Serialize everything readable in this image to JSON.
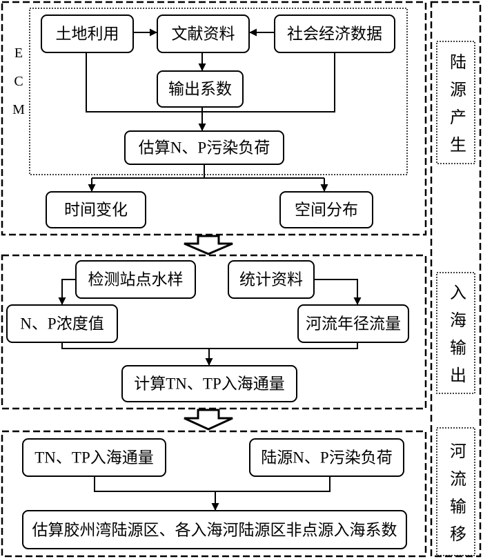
{
  "stage1": {
    "ecm_label": "ECM",
    "land_use": "土地利用",
    "literature": "文献资料",
    "socioeconomic": "社会经济数据",
    "export_coeff": "输出系数",
    "estimate_load": "估算N、P污染负荷",
    "temporal": "时间变化",
    "spatial": "空间分布"
  },
  "stage2": {
    "monitoring": "检测站点水样",
    "statistics": "统计资料",
    "np_conc": "N、P浓度值",
    "runoff": "河流年径流量",
    "flux_calc": "计算TN、TP入海通量"
  },
  "stage3": {
    "flux": "TN、TP入海通量",
    "land_load": "陆源N、P污染负荷",
    "estimate_coeff": "估算胶州湾陆源区、各入海河陆源区非点源入海系数"
  },
  "side_labels": {
    "generation": "陆源产生",
    "output": "入海输出",
    "transport": "河流输移"
  }
}
